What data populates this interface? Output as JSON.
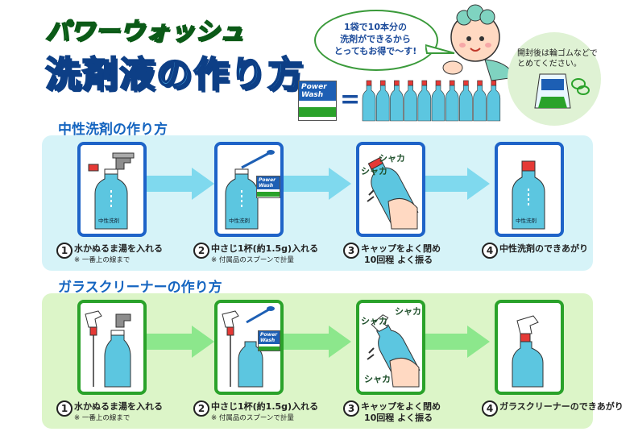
{
  "header": {
    "brand": "パワーウォッシュ",
    "title": "洗剤液の作り方"
  },
  "mascot": {
    "speech": [
      "1袋で10本分の",
      "洗剤ができるから",
      "とってもお得で〜す!"
    ]
  },
  "storage_note": [
    "開封後は輪ゴムなどで",
    "とめてください。"
  ],
  "product": {
    "name_line1": "Power",
    "name_line2": "Wash",
    "equals": "="
  },
  "section_neutral": {
    "heading": "中性洗剤の作り方",
    "bottle_label": "中性洗剤",
    "shaka": "シャカ",
    "steps": [
      {
        "num": "1",
        "text": "水かぬるま湯を入れる",
        "note": "※ 一番上の線まで"
      },
      {
        "num": "2",
        "text": "中さじ1杯(約1.5g)入れる",
        "note": "※ 付属品のスプーンで計量"
      },
      {
        "num": "3",
        "text": "キャップをよく閉め",
        "text2": "10回程 よく振る"
      },
      {
        "num": "4",
        "text": "中性洗剤のできあがり"
      }
    ]
  },
  "section_glass": {
    "heading": "ガラスクリーナーの作り方",
    "shaka": "シャカ",
    "steps": [
      {
        "num": "1",
        "text": "水かぬるま湯を入れる",
        "note": "※ 一番上の線まで"
      },
      {
        "num": "2",
        "text": "中さじ1杯(約1.5g)入れる",
        "note": "※ 付属品のスプーンで計量"
      },
      {
        "num": "3",
        "text": "キャップをよく閉め",
        "text2": "10回程 よく振る"
      },
      {
        "num": "4",
        "text": "ガラスクリーナーのできあがり"
      }
    ]
  },
  "colors": {
    "neutral_panel": "#d6f3f8",
    "glass_panel": "#dcf5c8",
    "neutral_frame": "#1e63c8",
    "glass_frame": "#2aa22a",
    "arrow_neutral": "#7fd9ee",
    "arrow_glass": "#8ce78c",
    "bottle_liquid": "#5cc6e0"
  }
}
